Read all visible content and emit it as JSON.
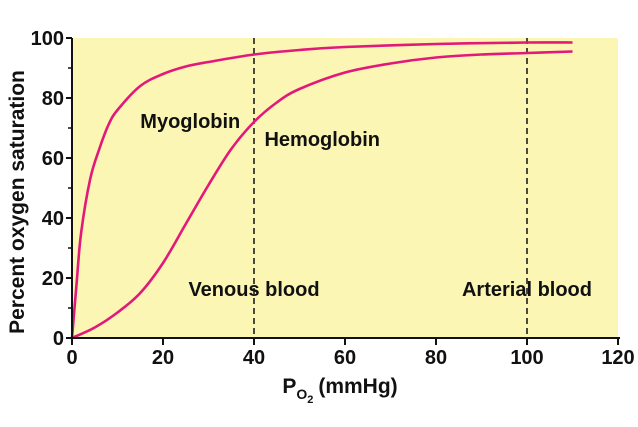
{
  "chart_data": {
    "type": "line",
    "title": "",
    "ylabel": "Percent oxygen saturation",
    "xlabel": {
      "main": "P",
      "sub_o": "O",
      "sub_2": "2",
      "unit": "(mmHg)"
    },
    "xlim": [
      0,
      120
    ],
    "ylim": [
      0,
      100
    ],
    "xticks": [
      0,
      20,
      40,
      60,
      80,
      100,
      120
    ],
    "yticks": [
      0,
      20,
      40,
      60,
      80,
      100
    ],
    "grid": false,
    "colors": {
      "background": "#fbf6b3",
      "line": "#e2187a",
      "axis": "#111111"
    },
    "series": [
      {
        "name": "Myoglobin",
        "x": [
          0,
          1,
          2,
          4,
          6,
          8,
          10,
          15,
          20,
          25,
          30,
          40,
          50,
          60,
          80,
          100,
          110
        ],
        "y": [
          0,
          18,
          35,
          53,
          63,
          71,
          76,
          84,
          88,
          90.5,
          92,
          94.5,
          96,
          97,
          98,
          98.5,
          98.5
        ]
      },
      {
        "name": "Hemoglobin",
        "x": [
          0,
          5,
          10,
          15,
          20,
          25,
          30,
          35,
          40,
          45,
          50,
          60,
          70,
          80,
          90,
          100,
          110
        ],
        "y": [
          0,
          3.5,
          8.5,
          15,
          25,
          38,
          51,
          63,
          72,
          78.5,
          83,
          88.5,
          91.5,
          93.5,
          94.5,
          95,
          95.5
        ]
      }
    ],
    "reference_lines": [
      {
        "x": 40,
        "label": "Venous blood"
      },
      {
        "x": 100,
        "label": "Arterial blood"
      }
    ]
  }
}
